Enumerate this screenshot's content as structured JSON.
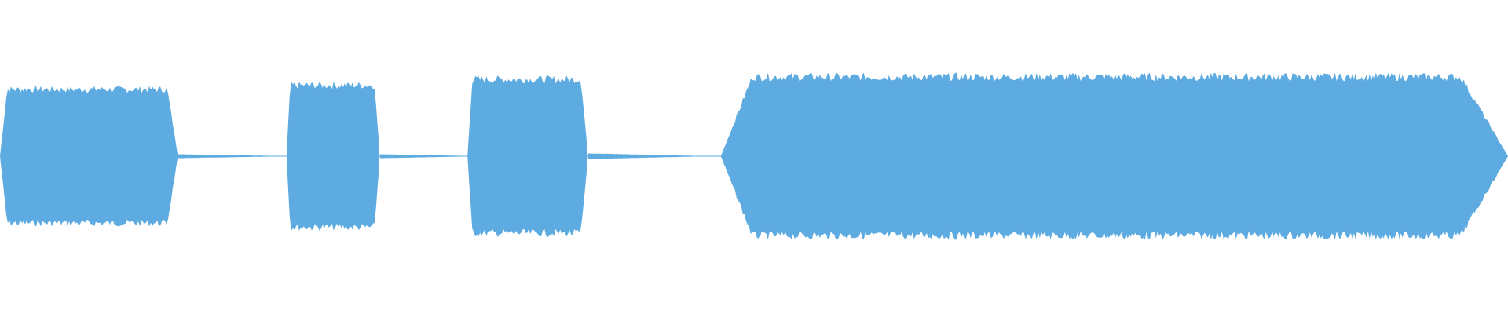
{
  "waveform": {
    "color": "#5dabe0",
    "channels": 1,
    "segments": [
      {
        "start": 0.0,
        "end": 0.118,
        "level": 0.8,
        "type": "sound"
      },
      {
        "start": 0.118,
        "end": 0.18,
        "level": 0.02,
        "type": "decay"
      },
      {
        "start": 0.19,
        "end": 0.252,
        "level": 0.85,
        "type": "sound"
      },
      {
        "start": 0.252,
        "end": 0.308,
        "level": 0.02,
        "type": "decay"
      },
      {
        "start": 0.31,
        "end": 0.39,
        "level": 0.92,
        "type": "sound"
      },
      {
        "start": 0.39,
        "end": 0.462,
        "level": 0.03,
        "type": "decay"
      },
      {
        "start": 0.478,
        "end": 1.0,
        "level": 0.95,
        "type": "sound"
      }
    ]
  }
}
